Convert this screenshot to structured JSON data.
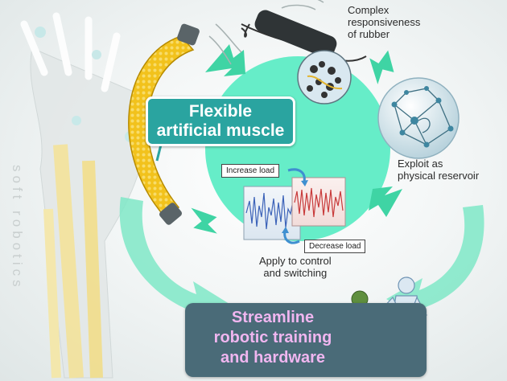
{
  "labels": {
    "rubber": [
      "Complex",
      "responsiveness",
      "of rubber"
    ],
    "reservoir": [
      "Exploit as",
      "physical reservoir"
    ],
    "apply": [
      "Apply to control",
      "and switching"
    ],
    "muscle": [
      "Flexible",
      "artificial muscle"
    ],
    "increase_load": "Increase load",
    "decrease_load": "Decrease load",
    "streamline": [
      "Streamline",
      "robotic training",
      "and hardware"
    ],
    "soft_robotics": "soft robotics"
  },
  "colors": {
    "cycle": "#5fe8c4",
    "muscle_box": "#2aa4a0",
    "streamline_box": "#4a6b78",
    "streamline_text": "#f0b6f0",
    "muscle_yellow": "#f2c21c"
  },
  "icons": [
    "hand-skeleton",
    "artificial-muscle",
    "rubber-sensor",
    "reservoir-network-sphere",
    "load-signal-waves",
    "robot-figures"
  ]
}
